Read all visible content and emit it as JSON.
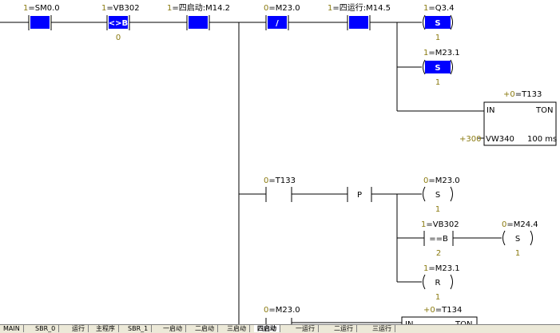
{
  "network1": {
    "c_sm00": {
      "state": "1",
      "addr": "SM0.0"
    },
    "c_vb302": {
      "state": "1",
      "addr": "VB302",
      "symbol": "<>B",
      "value": "0"
    },
    "c_m142": {
      "state": "1",
      "addr": "四启动:M14.2"
    },
    "c_m230": {
      "state": "0",
      "addr": "M23.0",
      "symbol": "/"
    },
    "c_m145": {
      "state": "1",
      "addr": "四运行:M14.5"
    },
    "coil_q34": {
      "state": "1",
      "addr": "Q3.4",
      "symbol": "S",
      "value": "1"
    },
    "coil_m231": {
      "state": "1",
      "addr": "M23.1",
      "symbol": "S",
      "value": "1"
    },
    "timer": {
      "value_state": "+0",
      "addr": "T133",
      "in": "IN",
      "type": "TON",
      "pt_value": "+300",
      "pt": "VW340",
      "base": "100 ms"
    }
  },
  "network2": {
    "c_t133": {
      "state": "0",
      "addr": "T133"
    },
    "p_symbol": "P",
    "coil_m230": {
      "state": "0",
      "addr": "M23.0",
      "symbol": "S",
      "value": "1"
    },
    "c_vb302": {
      "state": "1",
      "addr": "VB302",
      "symbol": "==B",
      "value": "2"
    },
    "coil_m244": {
      "state": "0",
      "addr": "M24.4",
      "symbol": "S",
      "value": "1"
    },
    "coil_m231r": {
      "state": "1",
      "addr": "M23.1",
      "symbol": "R",
      "value": "1"
    }
  },
  "network3": {
    "c_m230": {
      "state": "0",
      "addr": "M23.0"
    },
    "timer": {
      "value_state": "+0",
      "addr": "T134",
      "in": "IN",
      "type": "TON"
    }
  },
  "tabs": [
    "MAIN",
    "SBR_0",
    "运行",
    "主程序",
    "SBR_1",
    "一启动",
    "二启动",
    "三启动",
    "四启动",
    "一运行",
    "二运行",
    "三运行"
  ],
  "colors": {
    "active": "#0000ff",
    "wire": "#000000",
    "state_text": "#8a7a10"
  }
}
